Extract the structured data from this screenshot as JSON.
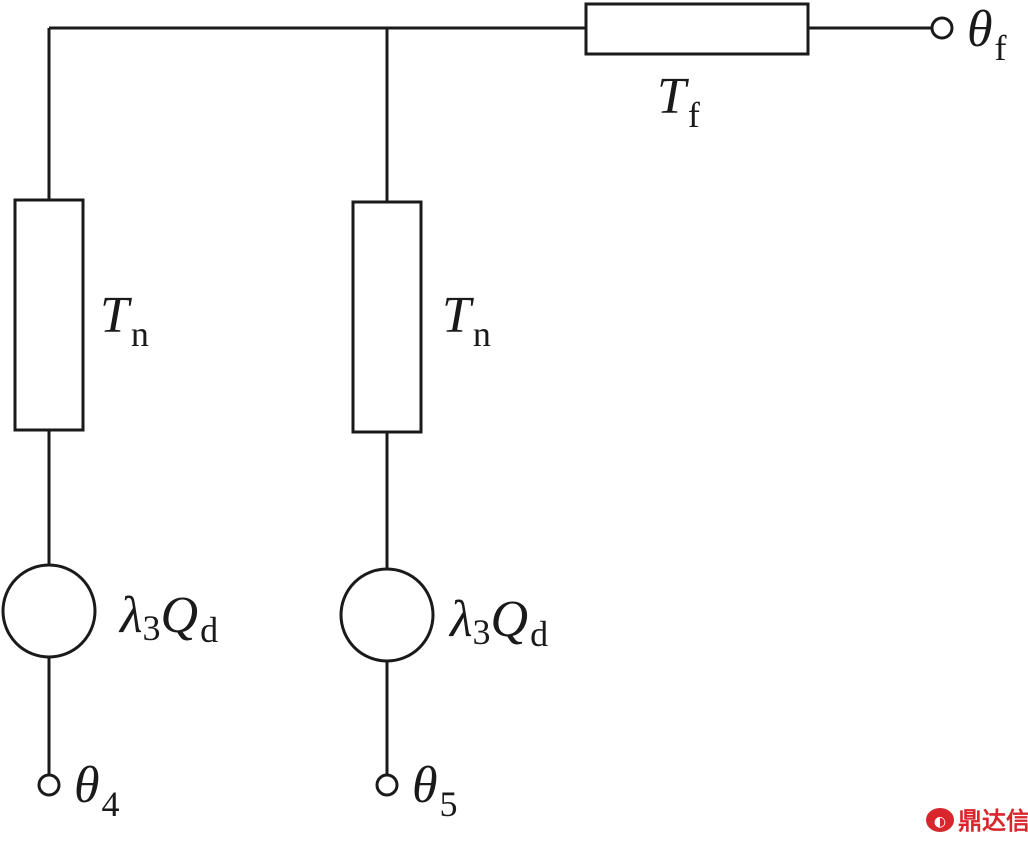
{
  "resistors": {
    "top": {
      "symbol": "T",
      "subscript": "f"
    },
    "left": {
      "symbol": "T",
      "subscript": "n"
    },
    "middle": {
      "symbol": "T",
      "subscript": "n"
    }
  },
  "sources": {
    "left": {
      "coef": "λ",
      "coef_sub": "3",
      "symbol": "Q",
      "subscript": "d"
    },
    "middle": {
      "coef": "λ",
      "coef_sub": "3",
      "symbol": "Q",
      "subscript": "d"
    }
  },
  "terminals": {
    "top_right": {
      "symbol": "θ",
      "subscript": "f"
    },
    "bottom_left": {
      "symbol": "θ",
      "subscript": "4"
    },
    "bottom_middle": {
      "symbol": "θ",
      "subscript": "5"
    }
  },
  "watermark": {
    "text": "鼎达信",
    "color": "#d9262c"
  }
}
